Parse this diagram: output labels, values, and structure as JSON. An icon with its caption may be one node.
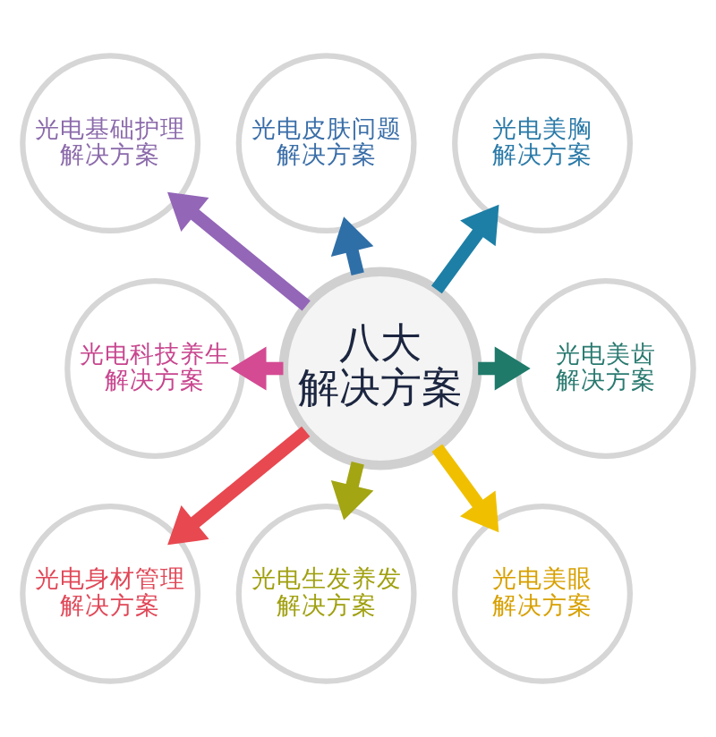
{
  "diagram": {
    "nodes": [
      {
        "text": [
          "光电基础护理解决方案"
        ]
      },
      {
        "text": [
          "光电皮肤问题解决方案"
        ]
      },
      {
        "text": [
          "光电美胸解决方案"
        ]
      },
      {
        "text": [
          "光电科技养生解决方案"
        ]
      },
      {
        "text": [
          "八大解决方案"
        ]
      },
      {
        "text": [
          "光电美齿解决方案"
        ]
      },
      {
        "text": [
          "光电身材管理解决方案"
        ]
      },
      {
        "text": [
          "光电生发养发解决方案"
        ]
      },
      {
        "text": [
          "光电美眼解决方案"
        ]
      }
    ],
    "edges": [
      {
        "from": 4,
        "to": 0,
        "arrow": "to",
        "color": "#9366b8"
      },
      {
        "from": 4,
        "to": 1,
        "arrow": "to",
        "color": "#2f6fa8"
      },
      {
        "from": 4,
        "to": 2,
        "arrow": "to",
        "color": "#1d7fa6"
      },
      {
        "from": 4,
        "to": 3,
        "arrow": "to",
        "color": "#d44b93"
      },
      {
        "from": 4,
        "to": 5,
        "arrow": "to",
        "color": "#1f7a6a"
      },
      {
        "from": 4,
        "to": 6,
        "arrow": "to",
        "color": "#e84850"
      },
      {
        "from": 4,
        "to": 7,
        "arrow": "to",
        "color": "#a3a512"
      },
      {
        "from": 4,
        "to": 8,
        "arrow": "to",
        "color": "#f0c000"
      }
    ]
  }
}
